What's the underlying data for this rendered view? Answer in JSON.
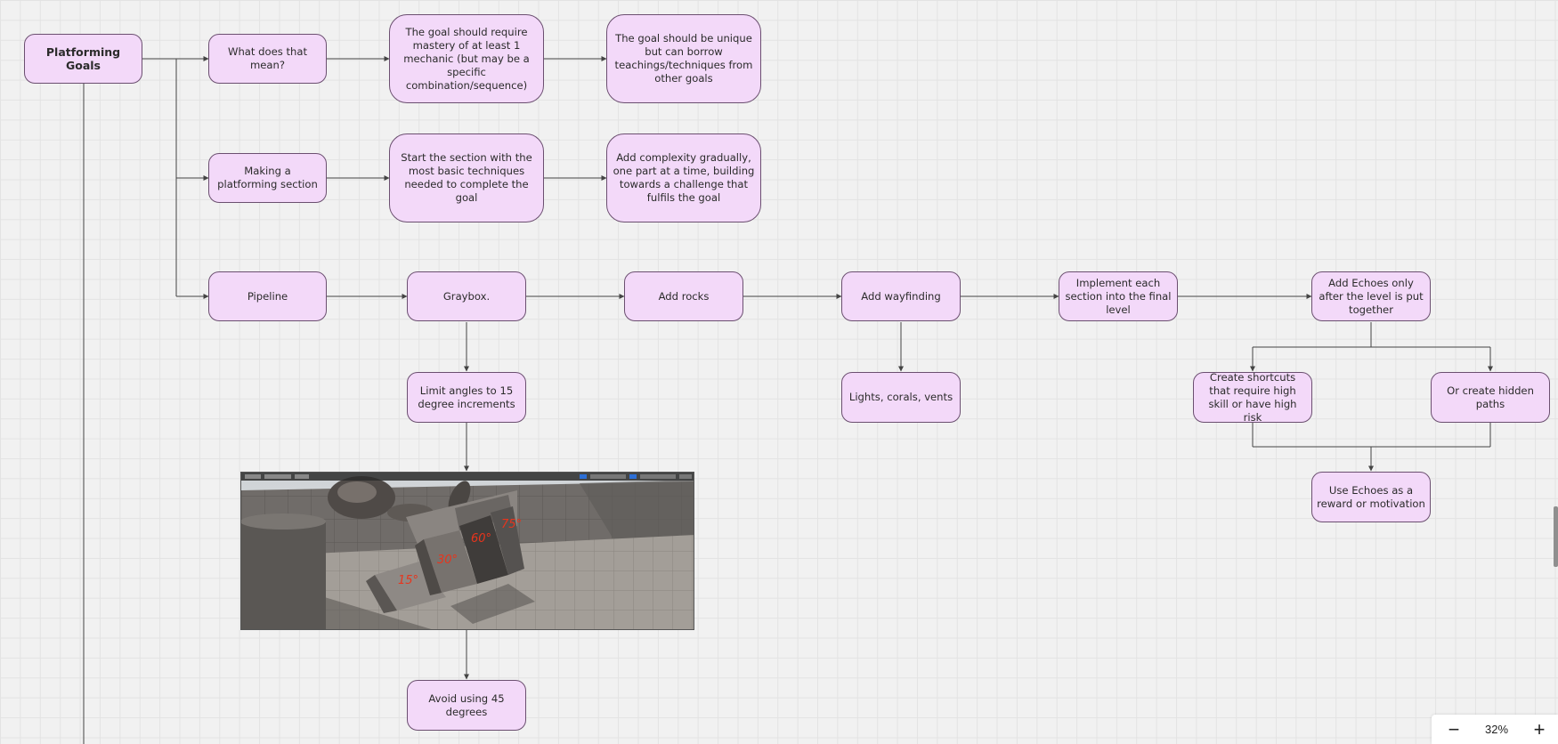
{
  "diagram": {
    "root": "Platforming Goals",
    "meaning": {
      "question": "What does that mean?",
      "requirement": "The goal should require mastery of at least 1 mechanic (but may be a specific combination/sequence)",
      "uniqueness": "The goal should be unique but can borrow teachings/techniques from other goals"
    },
    "section": {
      "title": "Making a platforming section",
      "start": "Start the section with the most basic techniques needed to complete the goal",
      "complexity": "Add complexity gradually, one part at a time, building towards a challenge that fulfils the goal"
    },
    "pipeline": {
      "title": "Pipeline",
      "graybox": "Graybox.",
      "rocks": "Add rocks",
      "wayfinding": "Add wayfinding",
      "implement": "Implement each section into the final level",
      "echoes": "Add Echoes only after the level is put together",
      "angles": "Limit angles to 15 degree increments",
      "avoid45": "Avoid using 45 degrees",
      "lights": "Lights, corals, vents",
      "shortcuts": "Create shortcuts that require high skill or have high risk",
      "hidden": "Or create hidden paths",
      "reward": "Use Echoes as a reward or motivation"
    },
    "screenshot_labels": [
      "15°",
      "30°",
      "60°",
      "75°"
    ]
  },
  "zoom": {
    "level": "32%",
    "minus": "−",
    "plus": "+"
  },
  "colors": {
    "node_fill": "#f3d9f9",
    "node_border": "#6b4f70",
    "connector": "#444444",
    "angle_annotation": "#e8341c"
  }
}
